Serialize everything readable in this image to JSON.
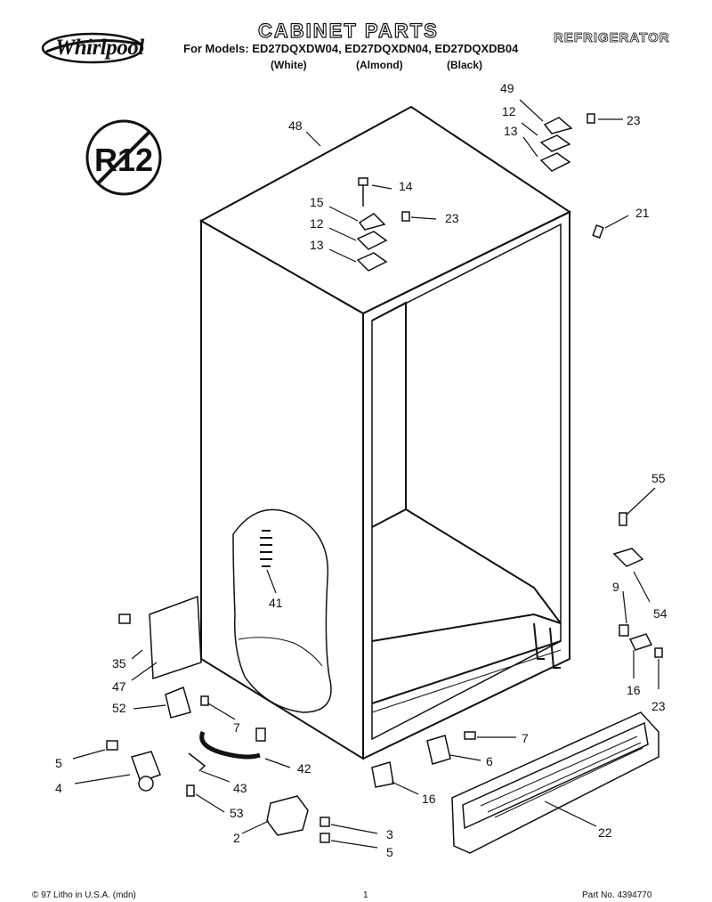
{
  "header": {
    "brand": "Whirlpool",
    "title": "CABINET PARTS",
    "product": "REFRIGERATOR",
    "models_line": "For Models: ED27DQXDW04, ED27DQXDN04, ED27DQXDB04",
    "color_white": "(White)",
    "color_almond": "(Almond)",
    "color_black": "(Black)"
  },
  "badge": {
    "text": "R12",
    "icon": "no-r12-refrigerant-icon"
  },
  "callouts": [
    "48",
    "49",
    "12",
    "13",
    "23",
    "14",
    "15",
    "12",
    "23",
    "13",
    "21",
    "55",
    "41",
    "9",
    "54",
    "35",
    "47",
    "52",
    "7",
    "16",
    "23",
    "7",
    "6",
    "5",
    "4",
    "42",
    "43",
    "53",
    "16",
    "22",
    "2",
    "3",
    "5"
  ],
  "footer": {
    "left": "© 97 Litho in U.S.A. (mdn)",
    "center": "1",
    "right": "Part No. 4394770"
  }
}
